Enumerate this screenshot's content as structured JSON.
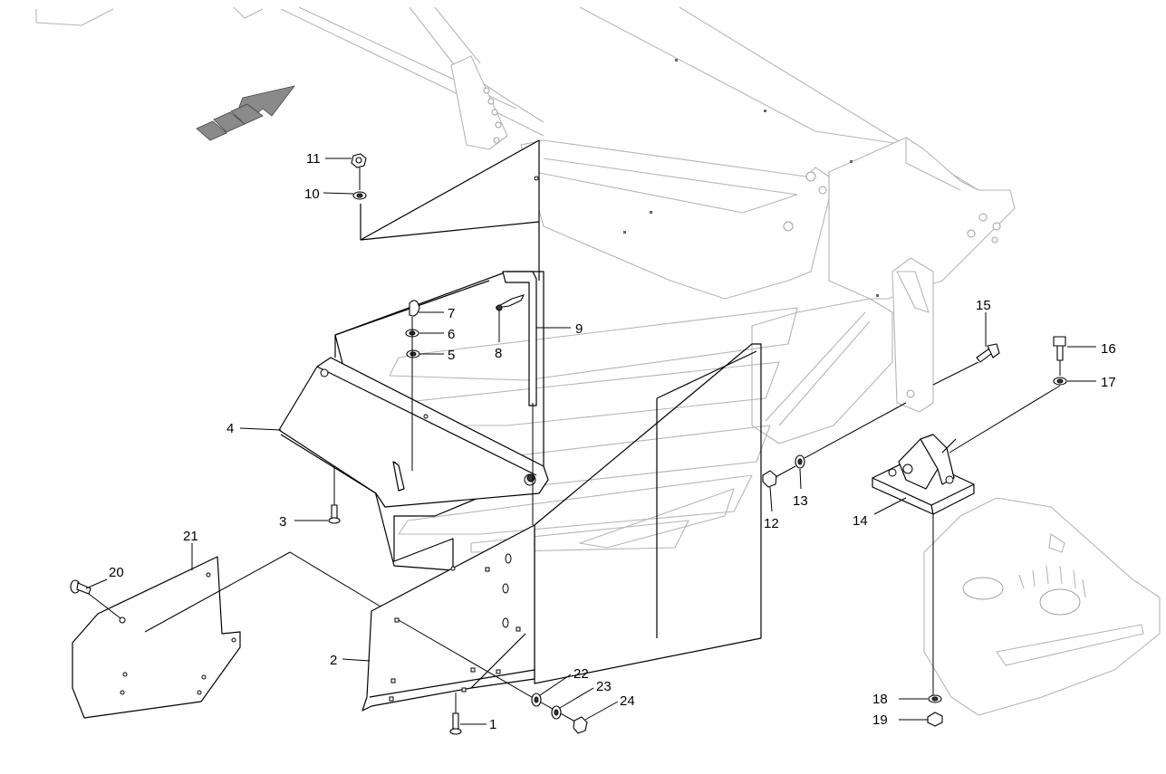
{
  "diagram": {
    "type": "exploded-parts-view",
    "callouts": [
      {
        "id": "1",
        "label": "1"
      },
      {
        "id": "2",
        "label": "2"
      },
      {
        "id": "3",
        "label": "3"
      },
      {
        "id": "4",
        "label": "4"
      },
      {
        "id": "5",
        "label": "5"
      },
      {
        "id": "6",
        "label": "6"
      },
      {
        "id": "7",
        "label": "7"
      },
      {
        "id": "8",
        "label": "8"
      },
      {
        "id": "9",
        "label": "9"
      },
      {
        "id": "10",
        "label": "10"
      },
      {
        "id": "11",
        "label": "11"
      },
      {
        "id": "12",
        "label": "12"
      },
      {
        "id": "13",
        "label": "13"
      },
      {
        "id": "14",
        "label": "14"
      },
      {
        "id": "15",
        "label": "15"
      },
      {
        "id": "16",
        "label": "16"
      },
      {
        "id": "17",
        "label": "17"
      },
      {
        "id": "18",
        "label": "18"
      },
      {
        "id": "19",
        "label": "19"
      },
      {
        "id": "20",
        "label": "20"
      },
      {
        "id": "21",
        "label": "21"
      },
      {
        "id": "22",
        "label": "22"
      },
      {
        "id": "23",
        "label": "23"
      },
      {
        "id": "24",
        "label": "24"
      }
    ],
    "icons": {
      "direction": "direction-arrow-icon"
    },
    "colors": {
      "line": "#000000",
      "ghost_line": "#b5b5b5",
      "background": "#ffffff"
    }
  }
}
